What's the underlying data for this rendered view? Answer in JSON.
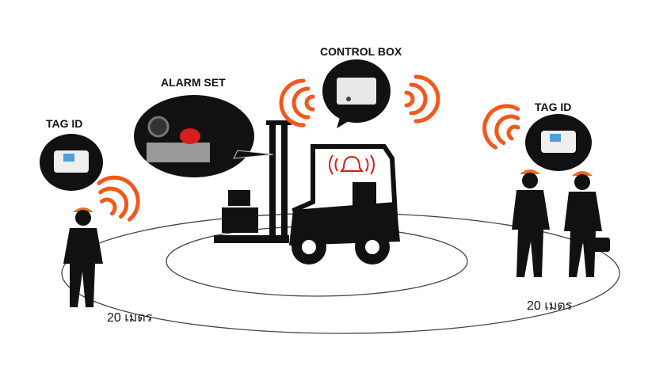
{
  "labels": {
    "tag_left": "TAG ID",
    "alarm_set": "ALARM SET",
    "control_box": "CONTROL BOX",
    "tag_right": "TAG ID"
  },
  "distances": {
    "left": "20 เมตร",
    "right": "20 เมตร"
  },
  "colors": {
    "signal": "#f2581c",
    "helmet": "#f26a1b",
    "figure": "#111111",
    "alarm_red": "#d81e1e"
  }
}
